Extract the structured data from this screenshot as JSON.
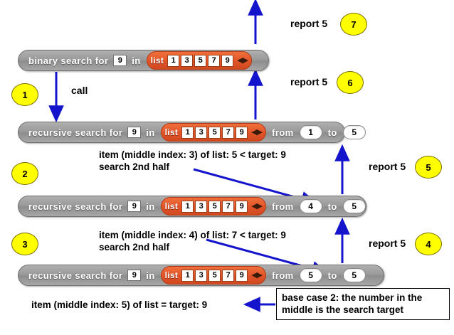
{
  "colors": {
    "block_gray": "#9a9a9a",
    "list_orange": "#e2552a",
    "badge_yellow": "#ffff00",
    "arrow_blue": "#1414cc",
    "text_black": "#000000",
    "block_text_white": "#ffffff"
  },
  "blocks": [
    {
      "id": "binary-search",
      "name": "binary search for 9 in list 1 3 5 7 9",
      "words": {
        "w1": "binary search for",
        "w2": "in"
      },
      "target": "9",
      "list_label": "list",
      "list_items": [
        "1",
        "3",
        "5",
        "7",
        "9"
      ],
      "has_range": false,
      "from_label": "from",
      "to_label": "to",
      "from_value": "",
      "to_value": ""
    },
    {
      "id": "recursive-search-1",
      "name": "recursive search for 9 in list from 1 to 5",
      "words": {
        "w1": "recursive search for",
        "w2": "in"
      },
      "target": "9",
      "list_label": "list",
      "list_items": [
        "1",
        "3",
        "5",
        "7",
        "9"
      ],
      "has_range": true,
      "from_label": "from",
      "to_label": "to",
      "from_value": "1",
      "to_value": "5"
    },
    {
      "id": "recursive-search-2",
      "name": "recursive search for 9 in list from 4 to 5",
      "words": {
        "w1": "recursive search for",
        "w2": "in"
      },
      "target": "9",
      "list_label": "list",
      "list_items": [
        "1",
        "3",
        "5",
        "7",
        "9"
      ],
      "has_range": true,
      "from_label": "from",
      "to_label": "to",
      "from_value": "4",
      "to_value": "5"
    },
    {
      "id": "recursive-search-3",
      "name": "recursive search for 9 in list from 5 to 5",
      "words": {
        "w1": "recursive search for",
        "w2": "in"
      },
      "target": "9",
      "list_label": "list",
      "list_items": [
        "1",
        "3",
        "5",
        "7",
        "9"
      ],
      "has_range": true,
      "from_label": "from",
      "to_label": "to",
      "from_value": "5",
      "to_value": "5"
    }
  ],
  "badges": [
    {
      "id": "step-1",
      "label": "1"
    },
    {
      "id": "step-2",
      "label": "2"
    },
    {
      "id": "step-3",
      "label": "3"
    },
    {
      "id": "step-4",
      "label": "4"
    },
    {
      "id": "step-5",
      "label": "5"
    },
    {
      "id": "step-6",
      "label": "6"
    },
    {
      "id": "step-7",
      "label": "7"
    }
  ],
  "labels": {
    "call": "call",
    "report_7": "report 5",
    "report_6": "report 5",
    "report_5": "report 5",
    "report_4": "report 5"
  },
  "notes": {
    "note1_line1": "item (middle index: 3) of list: 5 < target: 9",
    "note1_line2": "search 2nd half",
    "note2_line1": "item (middle index: 4) of list: 7 < target: 9",
    "note2_line2": "search 2nd half",
    "note3_line1": "item (middle index: 5) of list = target: 9"
  },
  "callout": {
    "line1": "base case 2: the number in the",
    "line2": "middle is the search target"
  },
  "icons": {
    "list_arrows": "◀▶"
  }
}
